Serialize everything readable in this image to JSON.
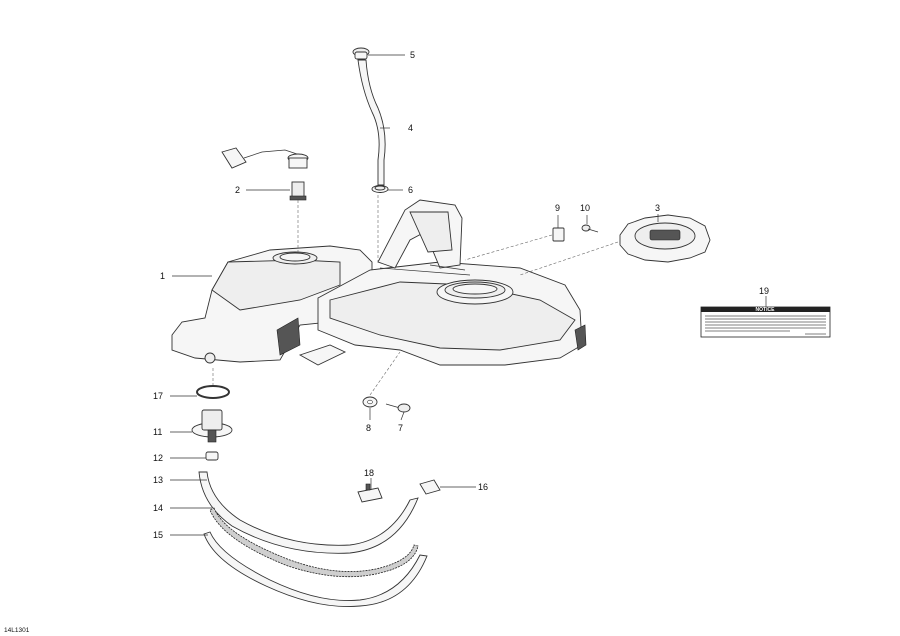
{
  "diagram": {
    "reference_code": "14L1301",
    "parts": [
      {
        "id": "p1",
        "number": "1",
        "name": "fuel-tank"
      },
      {
        "id": "p2",
        "number": "2",
        "name": "fuel-pump-sender"
      },
      {
        "id": "p3",
        "number": "3",
        "name": "fuel-cap"
      },
      {
        "id": "p4",
        "number": "4",
        "name": "vent-hose"
      },
      {
        "id": "p5",
        "number": "5",
        "name": "vent-valve"
      },
      {
        "id": "p6",
        "number": "6",
        "name": "hose-clamp"
      },
      {
        "id": "p7",
        "number": "7",
        "name": "screw"
      },
      {
        "id": "p8",
        "number": "8",
        "name": "washer"
      },
      {
        "id": "p9",
        "number": "9",
        "name": "clip-nut"
      },
      {
        "id": "p10",
        "number": "10",
        "name": "screw-small"
      },
      {
        "id": "p11",
        "number": "11",
        "name": "fuel-valve"
      },
      {
        "id": "p12",
        "number": "12",
        "name": "clamp"
      },
      {
        "id": "p13",
        "number": "13",
        "name": "fuel-hose"
      },
      {
        "id": "p14",
        "number": "14",
        "name": "protective-sleeve"
      },
      {
        "id": "p15",
        "number": "15",
        "name": "fuel-hose-outer"
      },
      {
        "id": "p16",
        "number": "16",
        "name": "hose-clip"
      },
      {
        "id": "p17",
        "number": "17",
        "name": "o-ring"
      },
      {
        "id": "p18",
        "number": "18",
        "name": "support-clip"
      },
      {
        "id": "p19",
        "number": "19",
        "name": "notice-label"
      }
    ],
    "notice_label": {
      "title": "NOTICE"
    }
  }
}
